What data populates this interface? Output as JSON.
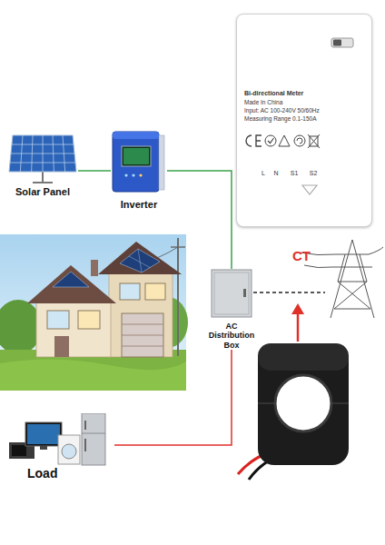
{
  "diagram": {
    "nodes": [
      {
        "text": [
          "Bi-directional Meter",
          "Made In China",
          "Input: AC 100-240V 50/60Hz",
          "Measuring Range 0.1-150A",
          "L",
          "N",
          "S1",
          "S2"
        ]
      },
      {
        "text": [
          "Solar Panel"
        ]
      },
      {
        "text": [
          "Inverter"
        ]
      },
      {
        "text": [
          "AC Distribution Box"
        ]
      },
      {
        "text": [
          "Load"
        ]
      }
    ],
    "edges": [
      {
        "from": 1,
        "to": 2,
        "arrow": "none"
      },
      {
        "from": 2,
        "to": 3,
        "arrow": "none"
      },
      {
        "from": 4,
        "to": 3,
        "arrow": "none"
      }
    ],
    "labels": [
      "CT"
    ]
  }
}
